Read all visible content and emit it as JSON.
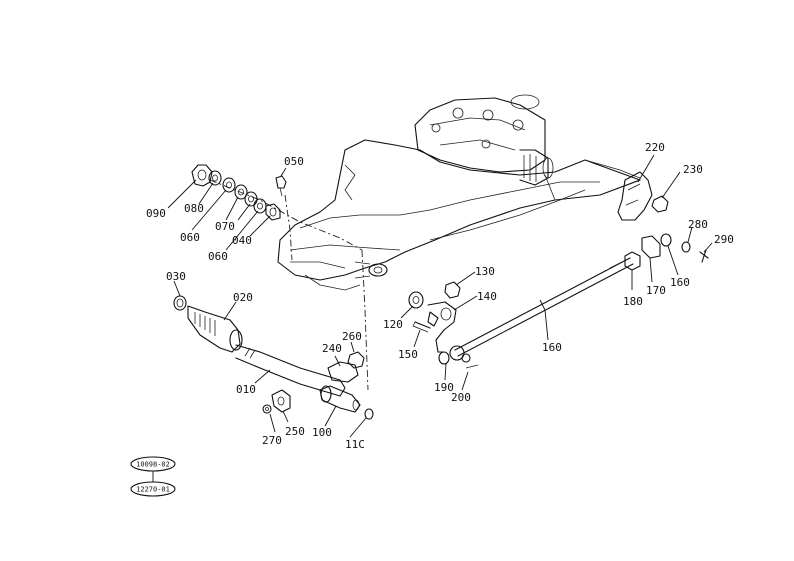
{
  "parts": [
    {
      "id": "p010",
      "label": "010"
    },
    {
      "id": "p020",
      "label": "020"
    },
    {
      "id": "p030",
      "label": "030"
    },
    {
      "id": "p040",
      "label": "040"
    },
    {
      "id": "p050",
      "label": "050"
    },
    {
      "id": "p060a",
      "label": "060"
    },
    {
      "id": "p060b",
      "label": "060"
    },
    {
      "id": "p070",
      "label": "070"
    },
    {
      "id": "p080",
      "label": "080"
    },
    {
      "id": "p090",
      "label": "090"
    },
    {
      "id": "p100",
      "label": "100"
    },
    {
      "id": "p110",
      "label": "11C"
    },
    {
      "id": "p120",
      "label": "120"
    },
    {
      "id": "p130",
      "label": "130"
    },
    {
      "id": "p140",
      "label": "140"
    },
    {
      "id": "p150",
      "label": "150"
    },
    {
      "id": "p160a",
      "label": "160"
    },
    {
      "id": "p160b",
      "label": "160"
    },
    {
      "id": "p170",
      "label": "170"
    },
    {
      "id": "p180",
      "label": "180"
    },
    {
      "id": "p190",
      "label": "190"
    },
    {
      "id": "p200",
      "label": "200"
    },
    {
      "id": "p220",
      "label": "220"
    },
    {
      "id": "p230",
      "label": "230"
    },
    {
      "id": "p240",
      "label": "240"
    },
    {
      "id": "p250",
      "label": "250"
    },
    {
      "id": "p260",
      "label": "260"
    },
    {
      "id": "p270",
      "label": "270"
    },
    {
      "id": "p280",
      "label": "280"
    },
    {
      "id": "p290",
      "label": "290"
    }
  ],
  "refs": {
    "top": "10098-02",
    "bottom": "12270-01"
  }
}
